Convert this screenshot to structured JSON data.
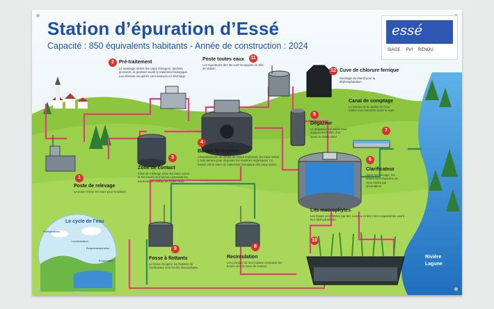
{
  "title": "Station d’épuration d’Essé",
  "subtitle": "Capacité : 850 équivalents habitants - Année de construction : 2024",
  "logo": {
    "name": "essé",
    "partners": [
      "SIAGE",
      "PVI",
      "RENOU"
    ]
  },
  "steps": [
    {
      "num": "1",
      "label": "Poste de relevage",
      "desc": "Le poste relève les eaux pour la station."
    },
    {
      "num": "2",
      "label": "Pré-traitement",
      "desc": "Le tamisage retient les corps étrangers, déchets grossiers, et graisses avant le traitement biologique. Les déchets récupérés sont évacués en décharge."
    },
    {
      "num": "3",
      "label": "Zone de contact",
      "desc": "Zone de mélange entre les eaux usées et les boues recirculées contenant les bactéries en charge de traiter l’eau."
    },
    {
      "num": "4",
      "label": "Bassin biologique",
      "desc": "Caractérisé par un temps de séjour important, les eaux usées y sont aérées pour dégrader les matières organiques. Ce bassin est le cœur du traitement biologique des eaux usées."
    },
    {
      "num": "5",
      "label": "Dégazeur",
      "desc": "Le dégazeur est utilisé pour évacuer les bulles d’air avant le clarificateur."
    },
    {
      "num": "6",
      "label": "Clarificateur",
      "desc": "Dans cet ouvrage, les boues sont séparées de l’eau traitée par décantation."
    },
    {
      "num": "7",
      "label": "Canal de comptage",
      "desc": "Le volume et la qualité de l’eau traitée sont mesurés avant le rejet."
    },
    {
      "num": "8",
      "label": "Recirculation",
      "desc": "Les pompes de recirculation renvoient les boues vers la zone de contact."
    },
    {
      "num": "9",
      "label": "Fosse à flottants",
      "desc": "La fosse récupère les flottants du clarificateur vers les lits macrophytes."
    },
    {
      "num": "10",
      "label": "Lits macrophytes",
      "desc": "Les boues sont filtrées par des roseaux et des micro-organismes avant leur déshydratation."
    },
    {
      "num": "11",
      "label": "Poste toutes eaux",
      "desc": "Les égouttures des lits sont renvoyées en tête de station."
    },
    {
      "num": "12",
      "label": "Cuve de chlorure ferrique",
      "desc": "Stockage du réactif pour la déphosphatation."
    }
  ],
  "cycle": {
    "title": "Le cycle de l’eau",
    "labels": [
      "Précipitations",
      "Condensation",
      "Évapotranspiration",
      "Évaporation"
    ]
  },
  "river": {
    "line1": "Rivière",
    "line2": "Lagune"
  },
  "colors": {
    "title_blue": "#1f4fa3",
    "pipe_pink": "#e23b7e",
    "pipe_green": "#2e8b57",
    "badge_red": "#d8342c",
    "river_blue": "#2f86d6"
  }
}
